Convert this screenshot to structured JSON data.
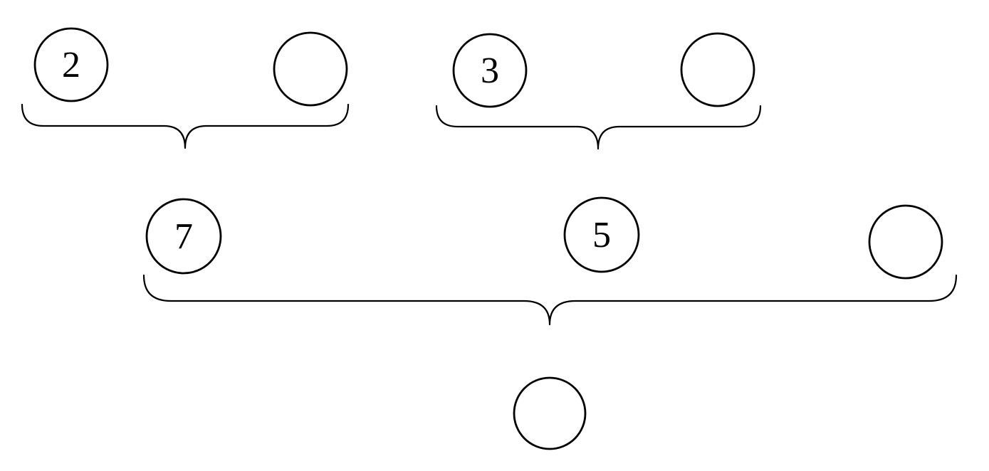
{
  "diagram": {
    "type": "part-whole number bond worksheet",
    "colors": {
      "stroke": "#000000",
      "background": "#ffffff"
    },
    "nodes": [
      {
        "name": "top-group1-left",
        "value": "2",
        "filled": true
      },
      {
        "name": "top-group1-right",
        "value": "",
        "filled": false
      },
      {
        "name": "top-group2-left",
        "value": "3",
        "filled": true
      },
      {
        "name": "top-group2-right",
        "value": "",
        "filled": false
      },
      {
        "name": "middle-left",
        "value": "7",
        "filled": true
      },
      {
        "name": "middle-center",
        "value": "5",
        "filled": true
      },
      {
        "name": "middle-right",
        "value": "",
        "filled": false
      },
      {
        "name": "bottom-result",
        "value": "",
        "filled": false
      }
    ],
    "braces": [
      {
        "name": "brace-top-left",
        "joins": [
          "top-group1-left",
          "top-group1-right"
        ]
      },
      {
        "name": "brace-top-right",
        "joins": [
          "top-group2-left",
          "top-group2-right"
        ]
      },
      {
        "name": "brace-middle",
        "joins": [
          "middle-left",
          "middle-center",
          "middle-right"
        ]
      }
    ]
  }
}
